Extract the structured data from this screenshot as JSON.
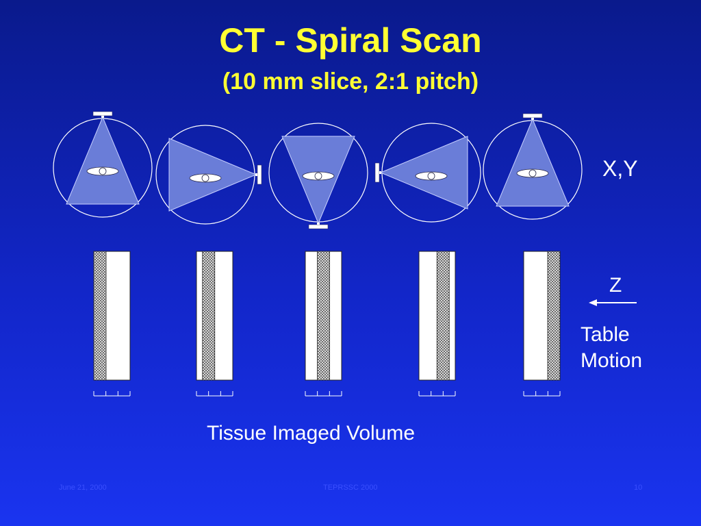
{
  "title": "CT - Spiral Scan",
  "subtitle": "(10 mm slice, 2:1 pitch)",
  "labels": {
    "xy": "X,Y",
    "z": "Z",
    "table_line1": "Table",
    "table_line2": "Motion",
    "volume": "Tissue Imaged Volume"
  },
  "footer": {
    "date": "June 21, 2000",
    "event": "TEPRSSC 2000",
    "page": "10"
  },
  "colors": {
    "title": "#ffff33",
    "beam": "#6a7dd8",
    "outline": "#ffffff",
    "footer": "#3a50ff"
  },
  "scan_positions": [
    {
      "tube_angle_deg": 0
    },
    {
      "tube_angle_deg": 90
    },
    {
      "tube_angle_deg": 180
    },
    {
      "tube_angle_deg": 270
    },
    {
      "tube_angle_deg": 0
    }
  ],
  "slice_strip": {
    "band_order": [
      0,
      1,
      2,
      3,
      4
    ]
  }
}
